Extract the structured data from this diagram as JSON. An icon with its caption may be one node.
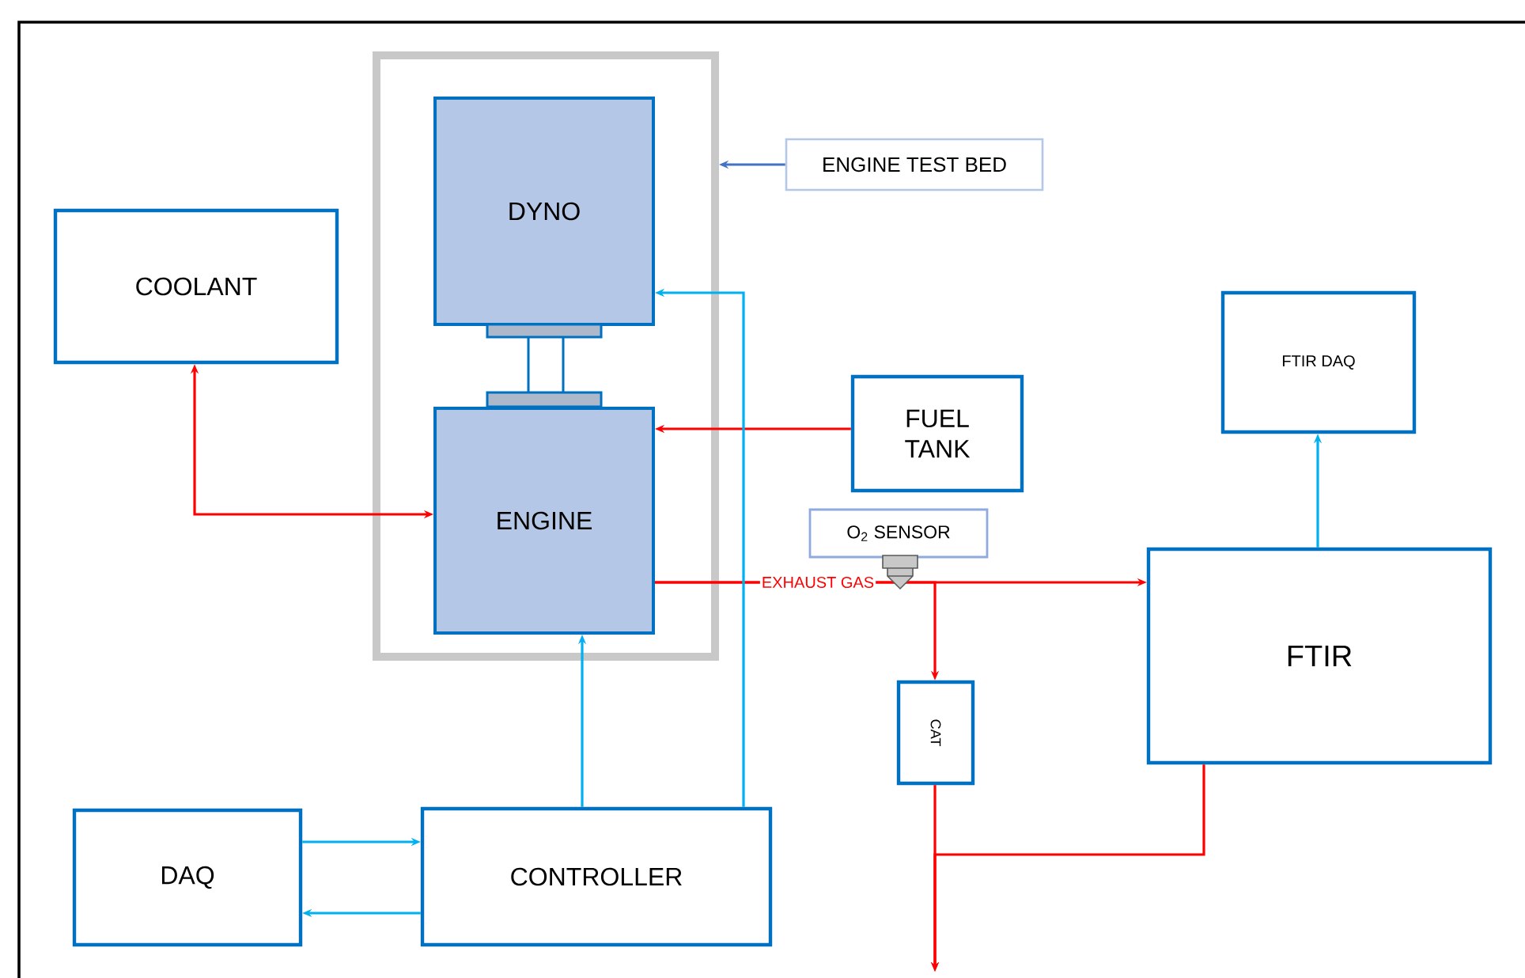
{
  "diagram": {
    "nodes": [
      {
        "text": [],
        "shape": "box"
      },
      {
        "text": [
          "DYNO"
        ],
        "in": 0
      },
      {
        "text": [
          "ENGINE"
        ],
        "in": 0
      },
      {
        "text": [
          "ENGINE TEST BED"
        ]
      },
      {
        "text": [
          "COOLANT"
        ]
      },
      {
        "text": [
          "FUEL TANK"
        ]
      },
      {
        "text": [
          "O$_{2}$ SENSOR"
        ]
      },
      {
        "text": [
          "FTIR DAQ"
        ]
      },
      {
        "text": [
          "FTIR"
        ]
      },
      {
        "text": [
          "CAT"
        ]
      },
      {
        "text": [
          "DAQ"
        ]
      },
      {
        "text": [
          "CONTROLLER"
        ]
      }
    ],
    "edges": [
      {
        "from": 4,
        "to": 2,
        "arrow": "both"
      },
      {
        "from": 5,
        "to": 2,
        "arrow": "to"
      },
      {
        "from": 2,
        "to": 8,
        "arrow": "to",
        "label": "EXHAUST GAS"
      },
      {
        "from": 2,
        "to": 9,
        "arrow": "to"
      },
      {
        "from": 9,
        "to": null,
        "arrow": "to"
      },
      {
        "from": 8,
        "to": null,
        "arrow": "to"
      },
      {
        "from": 11,
        "to": 2,
        "arrow": "to",
        "color": "#00b0f0"
      },
      {
        "from": 11,
        "to": 1,
        "arrow": "to",
        "color": "#00b0f0"
      },
      {
        "from": 8,
        "to": 7,
        "arrow": "to",
        "color": "#00b0f0"
      },
      {
        "from": 10,
        "to": 11,
        "arrow": "to",
        "color": "#00b0f0"
      },
      {
        "from": 11,
        "to": 10,
        "arrow": "to",
        "color": "#00b0f0"
      },
      {
        "from": 3,
        "to": 0,
        "arrow": "to",
        "color": "#4472c4"
      }
    ]
  }
}
